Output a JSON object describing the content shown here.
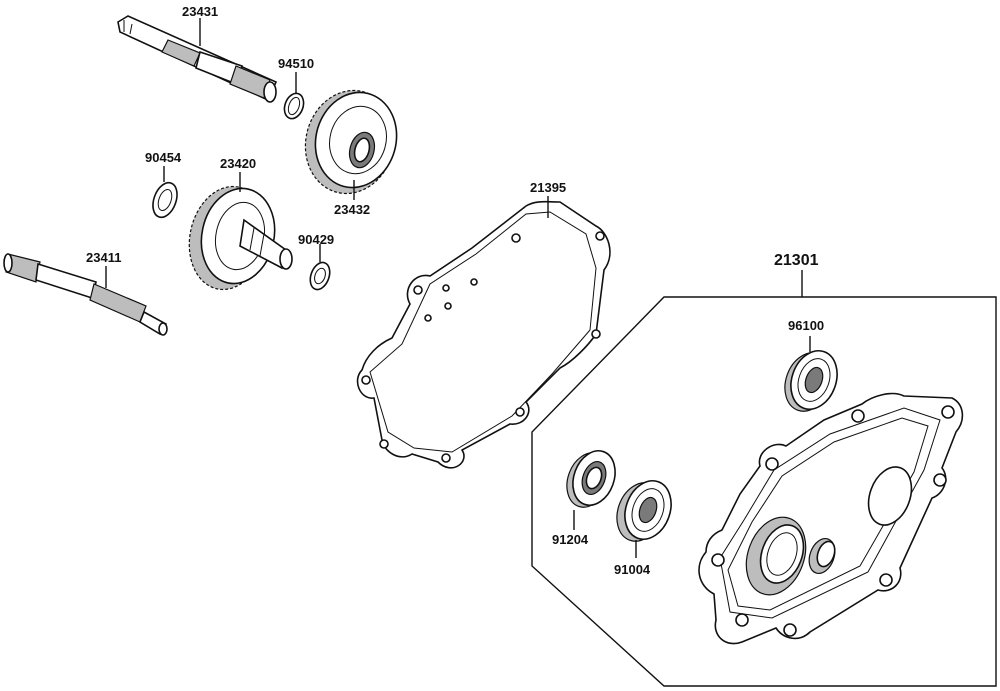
{
  "diagram": {
    "labels": {
      "p23431": "23431",
      "p94510": "94510",
      "p90454": "90454",
      "p23420": "23420",
      "p23432": "23432",
      "p90429": "90429",
      "p23411": "23411",
      "p21395": "21395",
      "p21301": "21301",
      "p96100": "96100",
      "p91204": "91204",
      "p91004": "91004"
    }
  }
}
